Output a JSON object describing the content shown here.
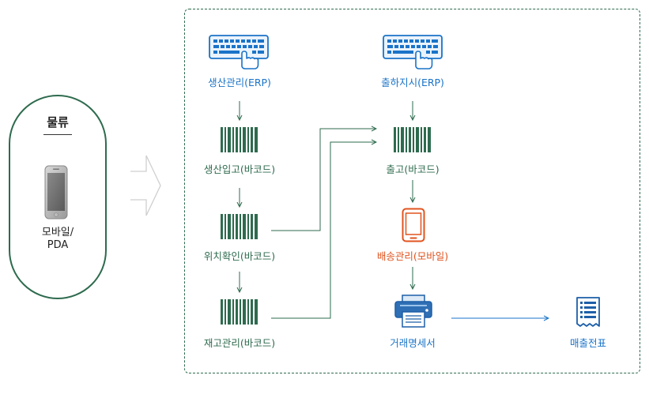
{
  "logistics": {
    "title": "물류",
    "device_label": "모바일/\nPDA"
  },
  "flow": {
    "production_erp": "생산관리(ERP)",
    "production_receipt": "생산입고(바코드)",
    "location_check": "위치확인(바코드)",
    "inventory": "재고관리(바코드)",
    "shipping_erp": "출하지시(ERP)",
    "release": "출고(바코드)",
    "delivery": "배송관리(모바일)",
    "statement": "거래명세서",
    "sales_slip": "매출전표"
  },
  "colors": {
    "green": "#2e6b4e",
    "blue": "#1a73c8",
    "orange": "#e0531e",
    "dark_blue": "#1d5fa8"
  },
  "icons": {
    "keyboard": "keyboard-icon",
    "barcode": "barcode-icon",
    "smartphone": "smartphone-icon",
    "printer": "printer-icon",
    "receipt": "receipt-icon"
  }
}
